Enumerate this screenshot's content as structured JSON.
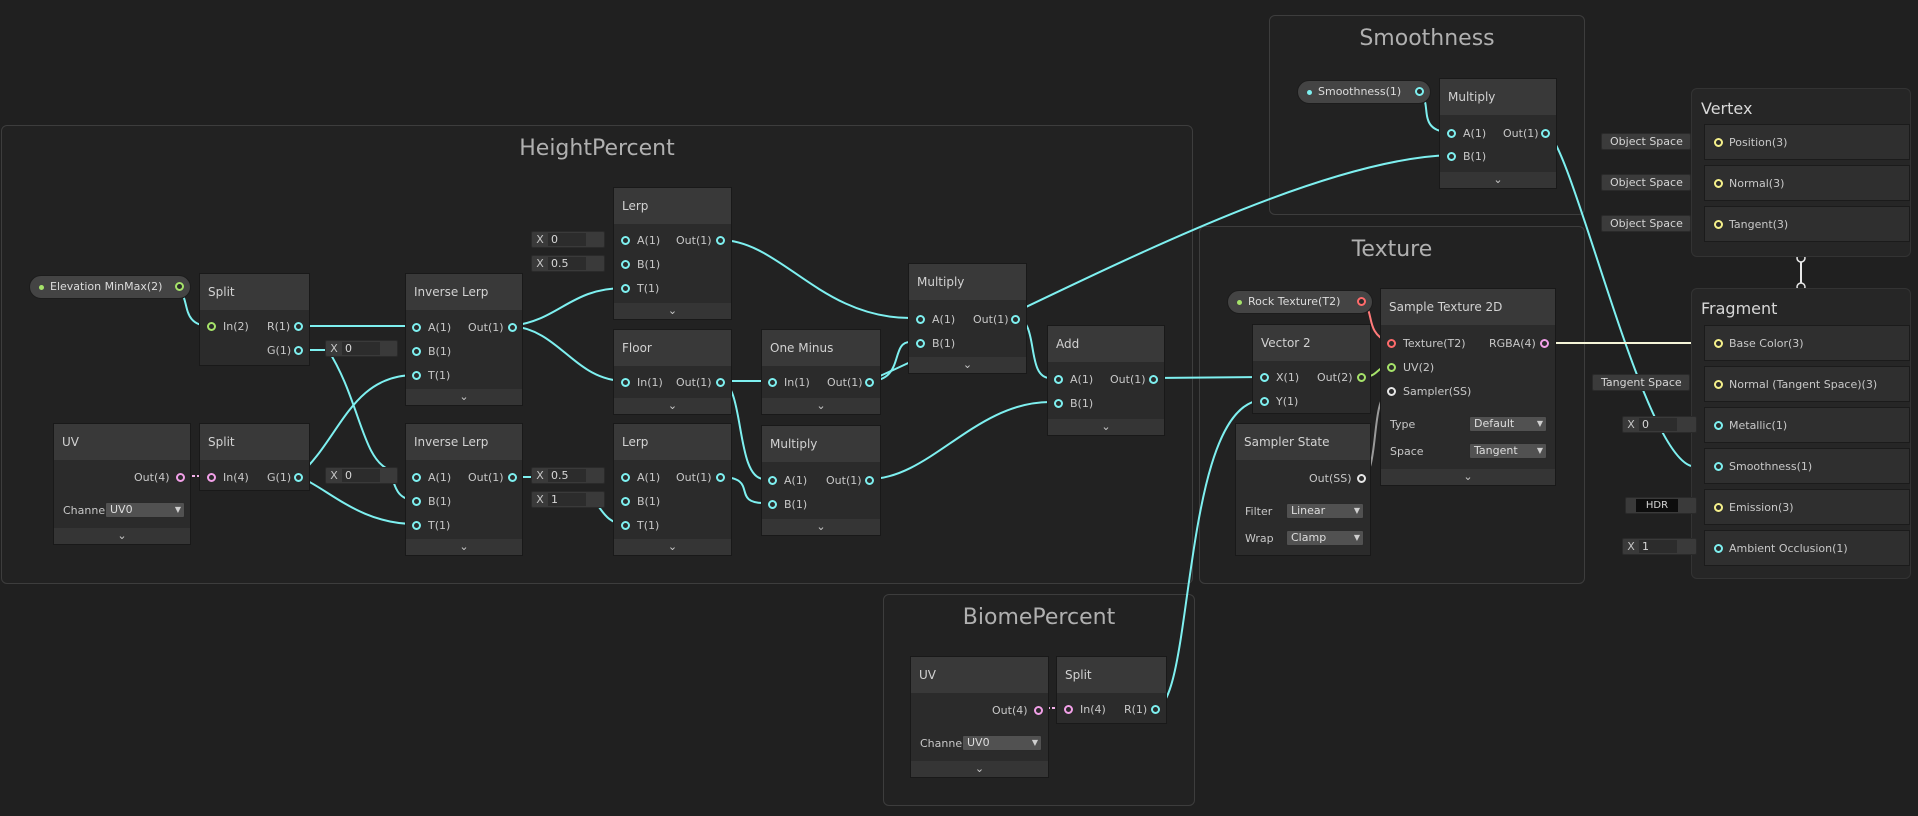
{
  "groups": {
    "height_percent": "HeightPercent",
    "smoothness": "Smoothness",
    "texture": "Texture",
    "biome_percent": "BiomePercent"
  },
  "properties": {
    "elevation": "Elevation MinMax(2)",
    "smoothness": "Smoothness(1)",
    "rock_texture": "Rock Texture(T2)"
  },
  "nodes": {
    "split1": {
      "title": "Split",
      "in": "In(2)",
      "out_r": "R(1)",
      "out_g": "G(1)"
    },
    "uv1": {
      "title": "UV",
      "out": "Out(4)",
      "channel_label": "Channe",
      "channel_value": "UV0"
    },
    "split2": {
      "title": "Split",
      "in": "In(4)",
      "out_g": "G(1)"
    },
    "inv_lerp1": {
      "title": "Inverse Lerp",
      "a": "A(1)",
      "b": "B(1)",
      "t": "T(1)",
      "out": "Out(1)"
    },
    "inv_lerp2": {
      "title": "Inverse Lerp",
      "a": "A(1)",
      "b": "B(1)",
      "t": "T(1)",
      "out": "Out(1)"
    },
    "lerp1": {
      "title": "Lerp",
      "a": "A(1)",
      "b": "B(1)",
      "t": "T(1)",
      "out": "Out(1)"
    },
    "lerp2": {
      "title": "Lerp",
      "a": "A(1)",
      "b": "B(1)",
      "t": "T(1)",
      "out": "Out(1)"
    },
    "floor": {
      "title": "Floor",
      "in": "In(1)",
      "out": "Out(1)"
    },
    "one_minus": {
      "title": "One Minus",
      "in": "In(1)",
      "out": "Out(1)"
    },
    "multiply1": {
      "title": "Multiply",
      "a": "A(1)",
      "b": "B(1)",
      "out": "Out(1)"
    },
    "multiply2": {
      "title": "Multiply",
      "a": "A(1)",
      "b": "B(1)",
      "out": "Out(1)"
    },
    "add": {
      "title": "Add",
      "a": "A(1)",
      "b": "B(1)",
      "out": "Out(1)"
    },
    "multiply_smooth": {
      "title": "Multiply",
      "a": "A(1)",
      "b": "B(1)",
      "out": "Out(1)"
    },
    "vector2": {
      "title": "Vector 2",
      "x": "X(1)",
      "y": "Y(1)",
      "out": "Out(2)"
    },
    "sampler_state": {
      "title": "Sampler State",
      "out": "Out(SS)",
      "filter_label": "Filter",
      "filter_value": "Linear",
      "wrap_label": "Wrap",
      "wrap_value": "Clamp"
    },
    "sample_tex": {
      "title": "Sample Texture 2D",
      "texture": "Texture(T2)",
      "uv": "UV(2)",
      "sampler": "Sampler(SS)",
      "out": "RGBA(4)",
      "type_label": "Type",
      "type_value": "Default",
      "space_label": "Space",
      "space_value": "Tangent"
    },
    "uv2": {
      "title": "UV",
      "out": "Out(4)",
      "channel_label": "Channe",
      "channel_value": "UV0"
    },
    "split3": {
      "title": "Split",
      "in": "In(4)",
      "out_r": "R(1)"
    }
  },
  "inline_values": {
    "x_label": "X",
    "split_g_a": "0",
    "split_g_b": "0",
    "lerp1_a": "0",
    "lerp1_b": "0.5",
    "lerp2_a": "0.5",
    "lerp2_b": "1",
    "metallic": "0",
    "ambient": "1",
    "hdr": "HDR"
  },
  "master": {
    "vertex_title": "Vertex",
    "fragment_title": "Fragment",
    "vertex_ports": [
      "Position(3)",
      "Normal(3)",
      "Tangent(3)"
    ],
    "vertex_tags": [
      "Object Space",
      "Object Space",
      "Object Space"
    ],
    "fragment_ports": [
      "Base Color(3)",
      "Normal (Tangent Space)(3)",
      "Metallic(1)",
      "Smoothness(1)",
      "Emission(3)",
      "Ambient Occlusion(1)"
    ],
    "tangent_tag": "Tangent Space"
  },
  "colors": {
    "wire": "#7ef0f0",
    "wire_white": "#f5f5d8",
    "wire_pink": "#f3b1e9",
    "wire_red": "#ff7a7a",
    "float": "#7ef0f0",
    "vector4": "#f2a0e8",
    "texture": "#ff6b6b",
    "vector2": "#a6e36a",
    "vector3": "#f5f08b"
  }
}
